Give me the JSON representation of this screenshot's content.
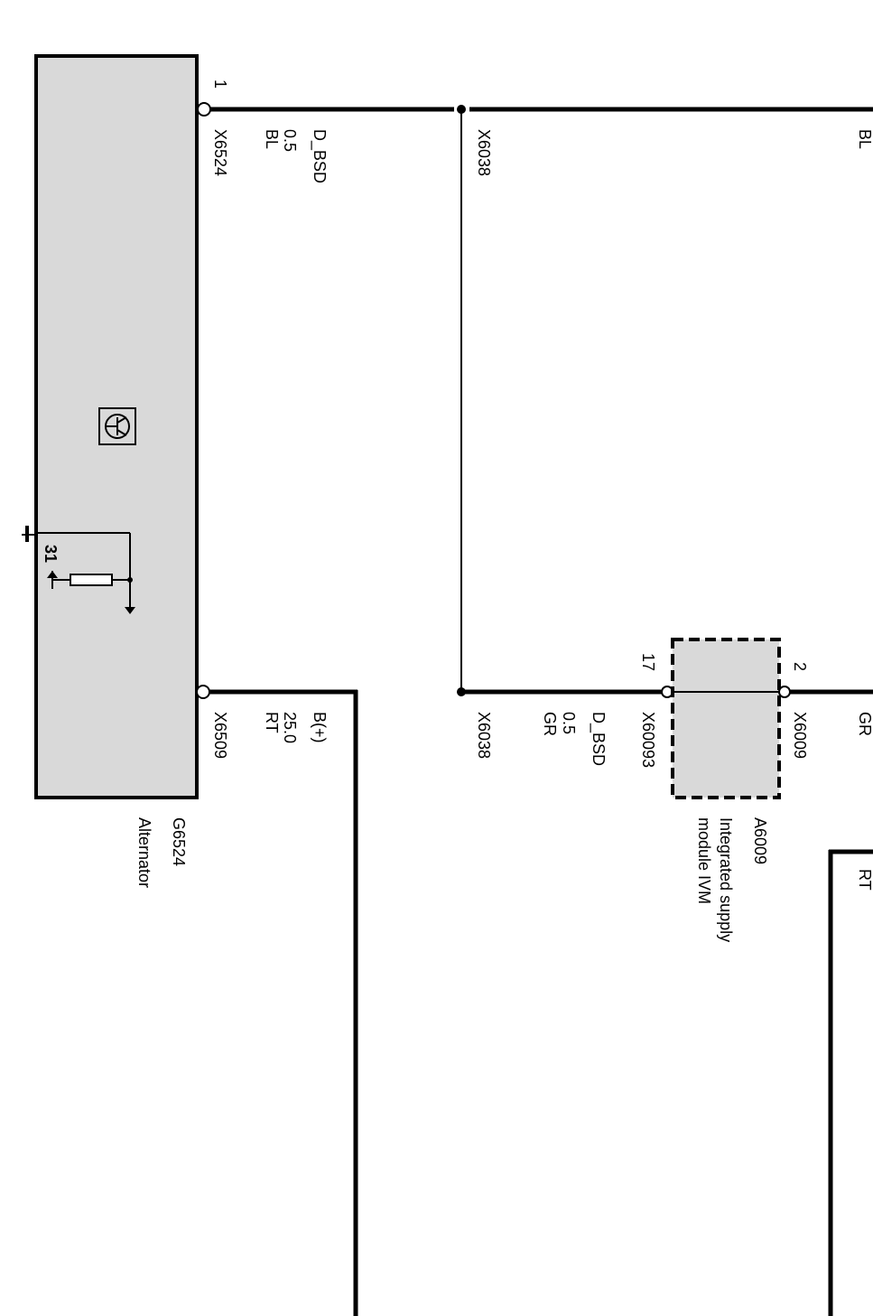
{
  "components": {
    "alternator": {
      "id": "G6524",
      "name": "Alternator",
      "pin_ground": "31"
    },
    "ivm": {
      "id": "A6009",
      "name_line1": "Integrated supply",
      "name_line2": "module IVM"
    }
  },
  "wires": {
    "top": {
      "pin": "1",
      "connector_left": "X6524",
      "signal": "D_BSD",
      "gauge": "0.5",
      "color": "BL",
      "splice": "X6038",
      "color_right": "BL"
    },
    "battery": {
      "connector": "X6509",
      "signal": "B(+)",
      "gauge": "25.0",
      "color": "RT"
    },
    "ivm_in": {
      "splice": "X6038",
      "color": "GR",
      "gauge": "0.5",
      "signal": "D_BSD",
      "connector": "X60093",
      "pin": "17"
    },
    "ivm_out": {
      "pin": "2",
      "connector": "X6009",
      "color": "GR"
    },
    "right_rt": {
      "color": "RT"
    }
  }
}
